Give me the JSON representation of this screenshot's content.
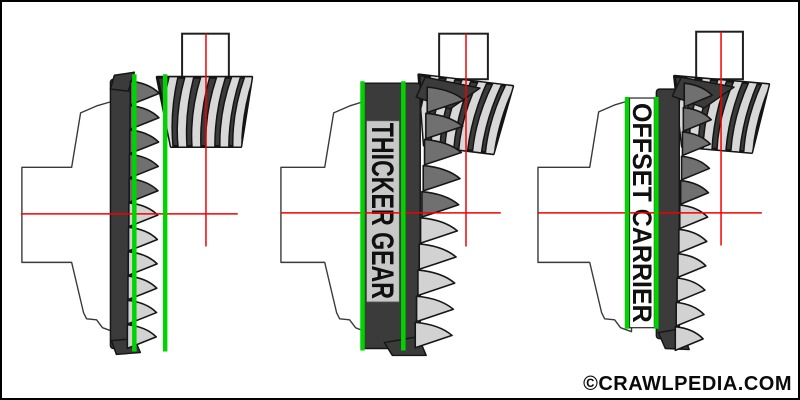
{
  "diagram": {
    "watermark": "©CRAWLPEDIA.COM"
  },
  "colors": {
    "guide_green": "#00d400",
    "centerline_red": "#f40000",
    "gear_dark": "#3b3b3b",
    "teeth_upper_gray": "#707070",
    "teeth_lower_gray": "#d2d2d2",
    "label_strip_gray": "#c8c8c8",
    "pinion_stripe_light": "#d8d8d8",
    "background": "#ffffff",
    "border": "#000000"
  },
  "panels": [
    {
      "id": "stock",
      "label": ""
    },
    {
      "id": "thicker-gear",
      "label": "THICKER GEAR"
    },
    {
      "id": "offset-carrier",
      "label": "OFFSET CARRIER"
    }
  ]
}
